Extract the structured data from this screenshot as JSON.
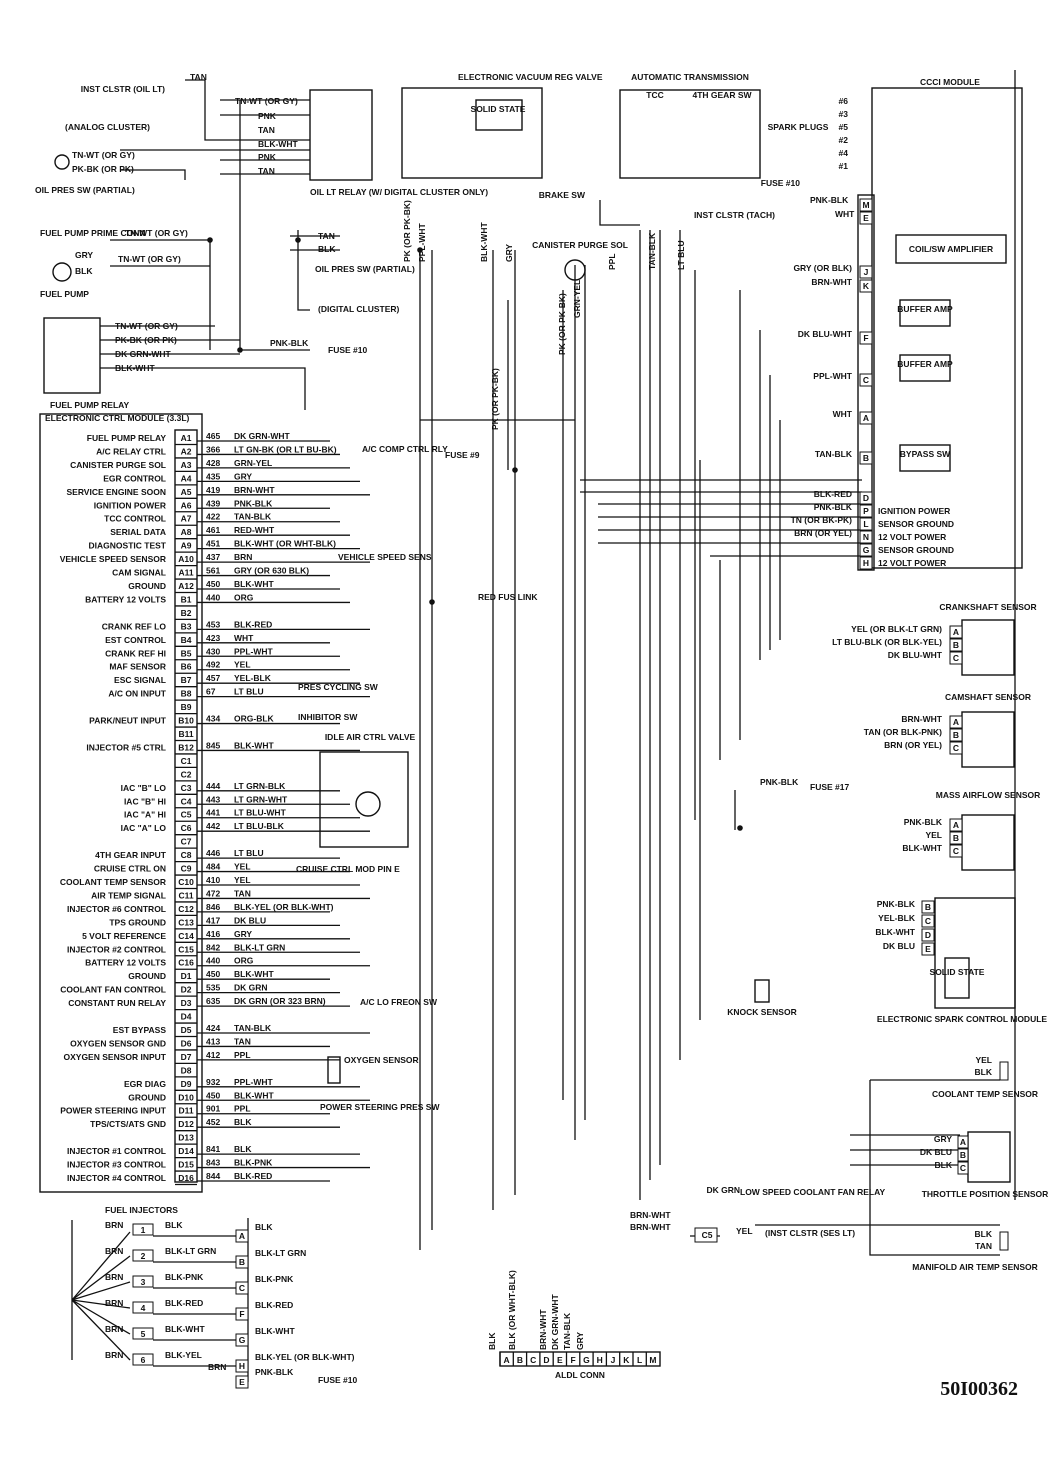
{
  "diagram_code": "50I00362",
  "top": {
    "inst_clstr": "INST CLSTR (OIL LT)",
    "tan": "TAN",
    "analog_cluster": "(ANALOG CLUSTER)",
    "digital_cluster": "(DIGITAL CLUSTER)",
    "oil_pres_sw": "OIL PRES SW (PARTIAL)",
    "oil_pres_sw_2": "OIL PRES SW (PARTIAL)",
    "fuel_pump_prime": "FUEL PUMP PRIME CONN",
    "fuel_pump": "FUEL PUMP",
    "fuel_pump_relay": "FUEL PUMP RELAY",
    "oil_lt_relay": "OIL LT RELAY (W/ DIGITAL CLUSTER ONLY)",
    "evrv": "ELECTRONIC VACUUM REG VALVE",
    "solid_state": "SOLID STATE",
    "auto_trans": "AUTOMATIC TRANSMISSION",
    "tcc": "TCC",
    "fourth_gear_sw": "4TH GEAR SW",
    "brake_sw": "BRAKE SW",
    "canister_purge": "CANISTER PURGE SOL",
    "fuse10": "FUSE #10",
    "fuse9": "FUSE #9",
    "fuse17": "FUSE #17",
    "red_fus_link": "RED FUS LINK",
    "ac_comp": "A/C COMP CTRL RLY",
    "vss": "VEHICLE SPEED SENS",
    "pres_cycling": "PRES CYCLING SW",
    "inhibitor_sw": "INHIBITOR SW",
    "idle_air": "IDLE AIR CTRL VALVE",
    "cruise_mod": "CRUISE CTRL MOD PIN E",
    "ac_lo_freon": "A/C LO FREON SW",
    "oxygen_sensor": "OXYGEN SENSOR",
    "power_steering": "POWER STEERING PRES SW",
    "low_speed_fan": "LOW SPEED COOLANT FAN RELAY",
    "inst_clstr_ses": "(INST CLSTR (SES LT)",
    "aldl": "ALDL CONN",
    "fuel_injectors": "FUEL INJECTORS"
  },
  "wires_top": [
    "TN-WT (OR GY)",
    "PNK",
    "TAN",
    "BLK-WHT",
    "PNK",
    "TAN",
    "TN-WT (OR GY)",
    "PK-BK (OR PK)",
    "TN-WT (OR GY)",
    "GRY",
    "BLK",
    "TN-WT (OR GY)",
    "TAN",
    "BLK",
    "TN-WT (OR GY)",
    "PK-BK (OR PK)",
    "DK GRN-WHT",
    "BLK-WHT",
    "PNK-BLK"
  ],
  "vertical_wires": [
    "PK (OR PK-BK)",
    "PPL-WHT",
    "BLK-WHT",
    "GRY",
    "PPL",
    "TAN-BLK",
    "LT BLU",
    "PK (OR PK-BK)",
    "GRN-YEL",
    "PK (OR PK-BK)"
  ],
  "ecm_title": "ELECTRONIC CTRL MODULE (3.3L)",
  "ecm_pins": [
    {
      "label": "FUEL PUMP RELAY",
      "pin": "A1",
      "circuit": "465",
      "color": "DK GRN-WHT"
    },
    {
      "label": "A/C RELAY CTRL",
      "pin": "A2",
      "circuit": "366",
      "color": "LT GN-BK (OR LT BU-BK)"
    },
    {
      "label": "CANISTER PURGE SOL",
      "pin": "A3",
      "circuit": "428",
      "color": "GRN-YEL"
    },
    {
      "label": "EGR CONTROL",
      "pin": "A4",
      "circuit": "435",
      "color": "GRY"
    },
    {
      "label": "SERVICE ENGINE SOON",
      "pin": "A5",
      "circuit": "419",
      "color": "BRN-WHT"
    },
    {
      "label": "IGNITION POWER",
      "pin": "A6",
      "circuit": "439",
      "color": "PNK-BLK"
    },
    {
      "label": "TCC CONTROL",
      "pin": "A7",
      "circuit": "422",
      "color": "TAN-BLK"
    },
    {
      "label": "SERIAL DATA",
      "pin": "A8",
      "circuit": "461",
      "color": "RED-WHT"
    },
    {
      "label": "DIAGNOSTIC TEST",
      "pin": "A9",
      "circuit": "451",
      "color": "BLK-WHT (OR WHT-BLK)"
    },
    {
      "label": "VEHICLE SPEED SENSOR",
      "pin": "A10",
      "circuit": "437",
      "color": "BRN"
    },
    {
      "label": "CAM SIGNAL",
      "pin": "A11",
      "circuit": "561",
      "color": "GRY (OR 630 BLK)"
    },
    {
      "label": "GROUND",
      "pin": "A12",
      "circuit": "450",
      "color": "BLK-WHT"
    },
    {
      "label": "BATTERY 12 VOLTS",
      "pin": "B1",
      "circuit": "440",
      "color": "ORG"
    },
    {
      "label": "",
      "pin": "B2",
      "circuit": "",
      "color": ""
    },
    {
      "label": "CRANK REF LO",
      "pin": "B3",
      "circuit": "453",
      "color": "BLK-RED"
    },
    {
      "label": "EST CONTROL",
      "pin": "B4",
      "circuit": "423",
      "color": "WHT"
    },
    {
      "label": "CRANK REF HI",
      "pin": "B5",
      "circuit": "430",
      "color": "PPL-WHT"
    },
    {
      "label": "MAF SENSOR",
      "pin": "B6",
      "circuit": "492",
      "color": "YEL"
    },
    {
      "label": "ESC SIGNAL",
      "pin": "B7",
      "circuit": "457",
      "color": "YEL-BLK"
    },
    {
      "label": "A/C ON INPUT",
      "pin": "B8",
      "circuit": "67",
      "color": "LT BLU"
    },
    {
      "label": "",
      "pin": "B9",
      "circuit": "",
      "color": ""
    },
    {
      "label": "PARK/NEUT INPUT",
      "pin": "B10",
      "circuit": "434",
      "color": "ORG-BLK"
    },
    {
      "label": "",
      "pin": "B11",
      "circuit": "",
      "color": ""
    },
    {
      "label": "INJECTOR #5 CTRL",
      "pin": "B12",
      "circuit": "845",
      "color": "BLK-WHT"
    },
    {
      "label": "",
      "pin": "C1",
      "circuit": "",
      "color": ""
    },
    {
      "label": "",
      "pin": "C2",
      "circuit": "",
      "color": ""
    },
    {
      "label": "IAC \"B\" LO",
      "pin": "C3",
      "circuit": "444",
      "color": "LT GRN-BLK"
    },
    {
      "label": "IAC \"B\" HI",
      "pin": "C4",
      "circuit": "443",
      "color": "LT GRN-WHT"
    },
    {
      "label": "IAC \"A\" HI",
      "pin": "C5",
      "circuit": "441",
      "color": "LT BLU-WHT"
    },
    {
      "label": "IAC \"A\" LO",
      "pin": "C6",
      "circuit": "442",
      "color": "LT BLU-BLK"
    },
    {
      "label": "",
      "pin": "C7",
      "circuit": "",
      "color": ""
    },
    {
      "label": "4TH GEAR INPUT",
      "pin": "C8",
      "circuit": "446",
      "color": "LT BLU"
    },
    {
      "label": "CRUISE CTRL ON",
      "pin": "C9",
      "circuit": "484",
      "color": "YEL"
    },
    {
      "label": "COOLANT TEMP SENSOR",
      "pin": "C10",
      "circuit": "410",
      "color": "YEL"
    },
    {
      "label": "AIR TEMP SIGNAL",
      "pin": "C11",
      "circuit": "472",
      "color": "TAN"
    },
    {
      "label": "INJECTOR #6 CONTROL",
      "pin": "C12",
      "circuit": "846",
      "color": "BLK-YEL (OR BLK-WHT)"
    },
    {
      "label": "TPS GROUND",
      "pin": "C13",
      "circuit": "417",
      "color": "DK BLU"
    },
    {
      "label": "5 VOLT REFERENCE",
      "pin": "C14",
      "circuit": "416",
      "color": "GRY"
    },
    {
      "label": "INJECTOR #2 CONTROL",
      "pin": "C15",
      "circuit": "842",
      "color": "BLK-LT GRN"
    },
    {
      "label": "BATTERY 12 VOLTS",
      "pin": "C16",
      "circuit": "440",
      "color": "ORG"
    },
    {
      "label": "GROUND",
      "pin": "D1",
      "circuit": "450",
      "color": "BLK-WHT"
    },
    {
      "label": "COOLANT FAN CONTROL",
      "pin": "D2",
      "circuit": "535",
      "color": "DK GRN"
    },
    {
      "label": "CONSTANT RUN RELAY",
      "pin": "D3",
      "circuit": "635",
      "color": "DK GRN (OR 323 BRN)"
    },
    {
      "label": "",
      "pin": "D4",
      "circuit": "",
      "color": ""
    },
    {
      "label": "EST BYPASS",
      "pin": "D5",
      "circuit": "424",
      "color": "TAN-BLK"
    },
    {
      "label": "OXYGEN SENSOR GND",
      "pin": "D6",
      "circuit": "413",
      "color": "TAN"
    },
    {
      "label": "OXYGEN SENSOR INPUT",
      "pin": "D7",
      "circuit": "412",
      "color": "PPL"
    },
    {
      "label": "",
      "pin": "D8",
      "circuit": "",
      "color": ""
    },
    {
      "label": "EGR DIAG",
      "pin": "D9",
      "circuit": "932",
      "color": "PPL-WHT"
    },
    {
      "label": "GROUND",
      "pin": "D10",
      "circuit": "450",
      "color": "BLK-WHT"
    },
    {
      "label": "POWER STEERING INPUT",
      "pin": "D11",
      "circuit": "901",
      "color": "PPL"
    },
    {
      "label": "TPS/CTS/ATS GND",
      "pin": "D12",
      "circuit": "452",
      "color": "BLK"
    },
    {
      "label": "",
      "pin": "D13",
      "circuit": "",
      "color": ""
    },
    {
      "label": "INJECTOR #1 CONTROL",
      "pin": "D14",
      "circuit": "841",
      "color": "BLK"
    },
    {
      "label": "INJECTOR #3 CONTROL",
      "pin": "D15",
      "circuit": "843",
      "color": "BLK-PNK"
    },
    {
      "label": "INJECTOR #4 CONTROL",
      "pin": "D16",
      "circuit": "844",
      "color": "BLK-RED"
    }
  ],
  "injectors": [
    {
      "num": "1",
      "brn": "BRN",
      "wire": "BLK",
      "pin": "A",
      "out": "BLK"
    },
    {
      "num": "2",
      "brn": "BRN",
      "wire": "BLK-LT GRN",
      "pin": "B",
      "out": "BLK-LT GRN"
    },
    {
      "num": "3",
      "brn": "BRN",
      "wire": "BLK-PNK",
      "pin": "C",
      "out": "BLK-PNK"
    },
    {
      "num": "4",
      "brn": "BRN",
      "wire": "BLK-RED",
      "pin": "F",
      "out": "BLK-RED"
    },
    {
      "num": "5",
      "brn": "BRN",
      "wire": "BLK-WHT",
      "pin": "G",
      "out": "BLK-WHT"
    },
    {
      "num": "6",
      "brn": "BRN",
      "wire": "BLK-YEL",
      "pin": "H",
      "out": "BLK-YEL (OR BLK-WHT)"
    }
  ],
  "injector_e": {
    "brn": "BRN",
    "pin": "E",
    "wire": "PNK-BLK",
    "fuse": "FUSE #10"
  },
  "ccci": {
    "title": "CCCI MODULE",
    "spark_plugs": "SPARK PLUGS",
    "plugs": [
      "#6",
      "#3",
      "#5",
      "#2",
      "#4",
      "#1"
    ],
    "fuse10": "FUSE #10",
    "pnk_blk": "PNK-BLK",
    "inst_clstr_tach": "INST CLSTR (TACH)",
    "wht": "WHT",
    "coil_amp": "COIL/SW AMPLIFIER",
    "buffer_amp": "BUFFER AMP",
    "buffer_amp_2": "BUFFER AMP",
    "bypass_sw": "BYPASS SW",
    "pins": [
      {
        "pin": "M",
        "color": ""
      },
      {
        "pin": "E",
        "color": ""
      },
      {
        "pin": "J",
        "color": "GRY (OR BLK)"
      },
      {
        "pin": "K",
        "color": "BRN-WHT"
      },
      {
        "pin": "F",
        "color": "DK BLU-WHT"
      },
      {
        "pin": "C",
        "color": "PPL-WHT"
      },
      {
        "pin": "A",
        "color": "WHT"
      },
      {
        "pin": "B",
        "color": "TAN-BLK"
      },
      {
        "pin": "D",
        "color": "BLK-RED"
      },
      {
        "pin": "P",
        "color": "PNK-BLK"
      },
      {
        "pin": "L",
        "color": "TN (OR BK-PK)"
      },
      {
        "pin": "N",
        "color": "BRN (OR YEL)"
      },
      {
        "pin": "G",
        "color": ""
      },
      {
        "pin": "H",
        "color": ""
      }
    ],
    "power_labels": [
      "IGNITION POWER",
      "SENSOR GROUND",
      "12 VOLT POWER",
      "SENSOR GROUND",
      "12 VOLT POWER"
    ]
  },
  "crankshaft": {
    "title": "CRANKSHAFT SENSOR",
    "wires": [
      "YEL (OR BLK-LT GRN)",
      "LT BLU-BLK (OR BLK-YEL)",
      "DK BLU-WHT"
    ],
    "pins": [
      "A",
      "B",
      "C"
    ]
  },
  "camshaft": {
    "title": "CAMSHAFT SENSOR",
    "wires": [
      "BRN-WHT",
      "TAN (OR BLK-PNK)",
      "BRN (OR YEL)"
    ],
    "pins": [
      "A",
      "B",
      "C"
    ]
  },
  "maf": {
    "title": "MASS AIRFLOW SENSOR",
    "fuse_wire": "PNK-BLK",
    "wires": [
      "PNK-BLK",
      "YEL",
      "BLK-WHT"
    ],
    "pins": [
      "A",
      "B",
      "C"
    ]
  },
  "escm": {
    "title": "ELECTRONIC SPARK CONTROL MODULE",
    "wires": [
      "PNK-BLK",
      "YEL-BLK",
      "BLK-WHT",
      "DK BLU"
    ],
    "pins": [
      "B",
      "C",
      "D",
      "E"
    ],
    "solid_state": "SOLID STATE"
  },
  "knock": "KNOCK SENSOR",
  "coolant_temp": {
    "title": "COOLANT TEMP SENSOR",
    "wires": [
      "YEL",
      "BLK"
    ]
  },
  "tps": {
    "title": "THROTTLE POSITION SENSOR",
    "wires": [
      "GRY",
      "DK BLU",
      "BLK"
    ],
    "pins": [
      "A",
      "B",
      "C"
    ]
  },
  "mat": {
    "title": "MANIFOLD AIR TEMP SENSOR",
    "wires": [
      "BLK",
      "TAN"
    ]
  },
  "low_fan_wire": "DK GRN",
  "ses_wires": [
    "BRN-WHT",
    "BRN-WHT",
    "YEL"
  ],
  "ses_pin": "C5",
  "aldl_wires": [
    "BLK",
    "BLK (OR WHT-BLK)",
    "BRN-WHT",
    "DK GRN-WHT",
    "TAN-BLK",
    "GRY"
  ],
  "aldl_pins": [
    "A",
    "B",
    "C",
    "D",
    "E",
    "F",
    "G",
    "H",
    "J",
    "K",
    "L",
    "M"
  ]
}
